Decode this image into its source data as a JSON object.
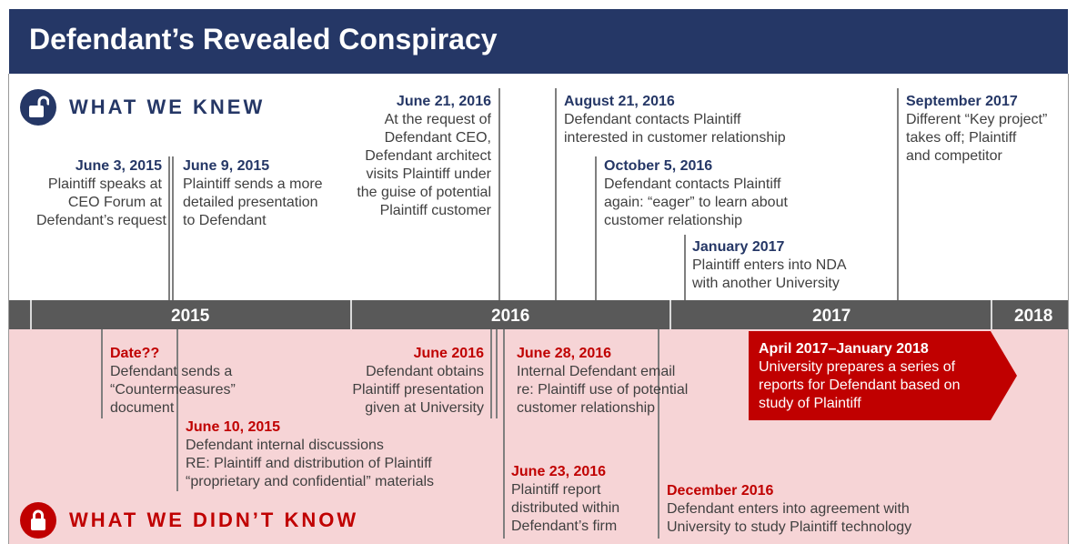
{
  "title": "Defendant’s Revealed Conspiracy",
  "sections": {
    "knew": {
      "label": "WHAT WE KNEW",
      "icon": "unlocked-padlock-icon",
      "color": "#253766"
    },
    "didnt_know": {
      "label": "WHAT WE DIDN’T KNOW",
      "icon": "locked-padlock-icon",
      "color": "#c00000"
    }
  },
  "years": [
    "2015",
    "2016",
    "2017",
    "2018"
  ],
  "colors": {
    "title_bar": "#253766",
    "known_date": "#253766",
    "unknown_date": "#c00000",
    "year_band": "#595959",
    "unknown_band": "#f6d4d6",
    "callout": "#c00000"
  },
  "known_events": [
    {
      "date": "June 3, 2015",
      "lines": [
        "Plaintiff speaks at",
        "CEO Forum at",
        "Defendant’s request"
      ]
    },
    {
      "date": "June 9, 2015",
      "lines": [
        "Plaintiff sends a more",
        "detailed presentation",
        "to Defendant"
      ]
    },
    {
      "date": "June 21, 2016",
      "lines": [
        "At the request of",
        "Defendant CEO,",
        "Defendant architect",
        "visits Plaintiff under",
        "the guise of potential",
        "Plaintiff customer"
      ]
    },
    {
      "date": "August 21, 2016",
      "lines": [
        "Defendant contacts Plaintiff",
        "interested in customer relationship"
      ]
    },
    {
      "date": "October 5, 2016",
      "lines": [
        "Defendant contacts Plaintiff",
        "again: “eager” to learn about",
        "customer relationship"
      ]
    },
    {
      "date": "January 2017",
      "lines": [
        "Plaintiff enters into NDA",
        "with another University"
      ]
    },
    {
      "date": "September 2017",
      "lines": [
        "Different “Key project”",
        "takes off; Plaintiff",
        "and competitor"
      ]
    }
  ],
  "unknown_events": [
    {
      "date": "Date??",
      "lines": [
        "Defendant sends a",
        "“Countermeasures”",
        "document"
      ]
    },
    {
      "date": "June 10, 2015",
      "lines": [
        "Defendant internal discussions",
        "RE: Plaintiff and distribution of Plaintiff",
        "“proprietary and confidential” materials"
      ]
    },
    {
      "date": "June 2016",
      "lines": [
        "Defendant obtains",
        "Plaintiff presentation",
        "given at University"
      ]
    },
    {
      "date": "June 28, 2016",
      "lines": [
        "Internal Defendant email",
        "re: Plaintiff use of potential",
        "customer relationship"
      ]
    },
    {
      "date": "June 23, 2016",
      "lines": [
        "Plaintiff report",
        "distributed within",
        "Defendant’s firm"
      ]
    },
    {
      "date": "December 2016",
      "lines": [
        "Defendant enters into agreement with",
        "University to study Plaintiff technology"
      ]
    }
  ],
  "callout": {
    "date": "April 2017–January 2018",
    "lines": [
      "University prepares a series of",
      "reports for Defendant based on",
      "study of Plaintiff"
    ]
  }
}
